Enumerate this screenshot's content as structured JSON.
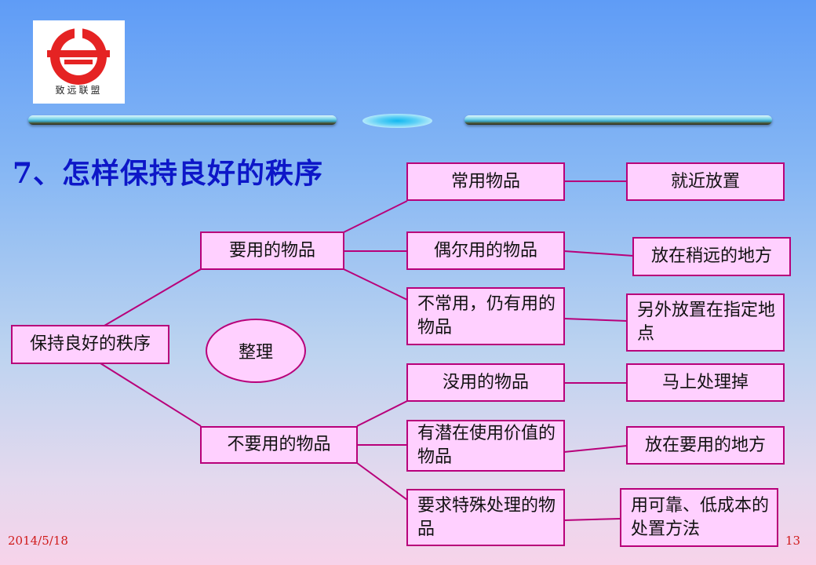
{
  "logo": {
    "text": "致远联盟"
  },
  "title": "7、怎样保持良好的秩序",
  "diagram": {
    "root": "保持良好的秩序",
    "ellipse": "整理",
    "branches": [
      {
        "label": "要用的物品",
        "items": [
          {
            "item": "常用物品",
            "action": "就近放置"
          },
          {
            "item": "偶尔用的物品",
            "action": "放在稍远的地方"
          },
          {
            "item": "不常用，仍有用的物品",
            "action": "另外放置在指定地点"
          }
        ]
      },
      {
        "label": "不要用的物品",
        "items": [
          {
            "item": "没用的物品",
            "action": "马上处理掉"
          },
          {
            "item": "有潜在使用价值的物品",
            "action": "放在要用的地方"
          },
          {
            "item": "要求特殊处理的物品",
            "action": "用可靠、低成本的处置方法"
          }
        ]
      }
    ]
  },
  "footer": {
    "date": "2014/5/18",
    "page": "13"
  },
  "colors": {
    "title": "#0d17c8",
    "line": "#b8007a",
    "box_fill": "#ffd0ff",
    "footer": "#d01a1a"
  }
}
